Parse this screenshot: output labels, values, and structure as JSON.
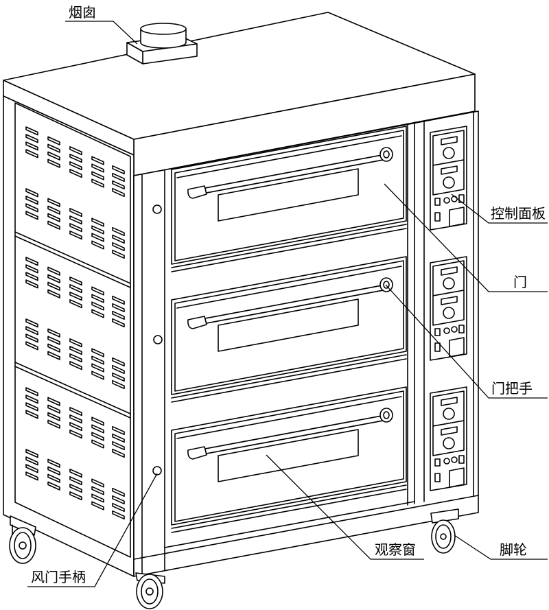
{
  "labels": {
    "chimney": "烟囱",
    "control_panel": "控制面板",
    "door": "门",
    "door_handle": "门把手",
    "observation_window": "观察窗",
    "caster": "脚轮",
    "damper_handle": "风门手柄"
  },
  "colors": {
    "line": "#000000",
    "background": "#ffffff"
  }
}
